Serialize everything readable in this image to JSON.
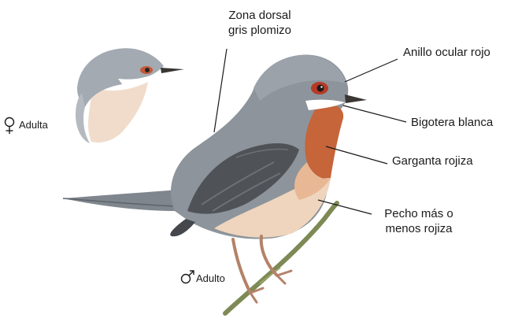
{
  "colors": {
    "background": "#ffffff",
    "body_grey": "#8e959d",
    "head_grey": "#9aa1a8",
    "dark_wing": "#4f5358",
    "throat_rufous": "#c8673a",
    "breast_pale": "#f0d7bf",
    "eye_ring": "#b63a26",
    "moustache": "#ffffff",
    "leg": "#b48268",
    "perch": "#7e8a55",
    "leader_line": "#1a1a1a",
    "text": "#1a1a1a"
  },
  "labels": {
    "dorsal": {
      "line1": "Zona dorsal",
      "line2": "gris plomizo"
    },
    "eye_ring": "Anillo ocular rojo",
    "moustache": "Bigotera blanca",
    "throat": "Garganta rojiza",
    "breast": {
      "line1": "Pecho más o",
      "line2": "menos rojiza"
    },
    "female": {
      "symbol": "♀",
      "text": "Adulta"
    },
    "male": {
      "symbol": "♂",
      "text": "Adulto"
    }
  },
  "icons": {
    "female_bird": "female-bird-illustration",
    "male_bird": "male-bird-illustration",
    "female_symbol": "female-symbol-icon",
    "male_symbol": "male-symbol-icon"
  }
}
